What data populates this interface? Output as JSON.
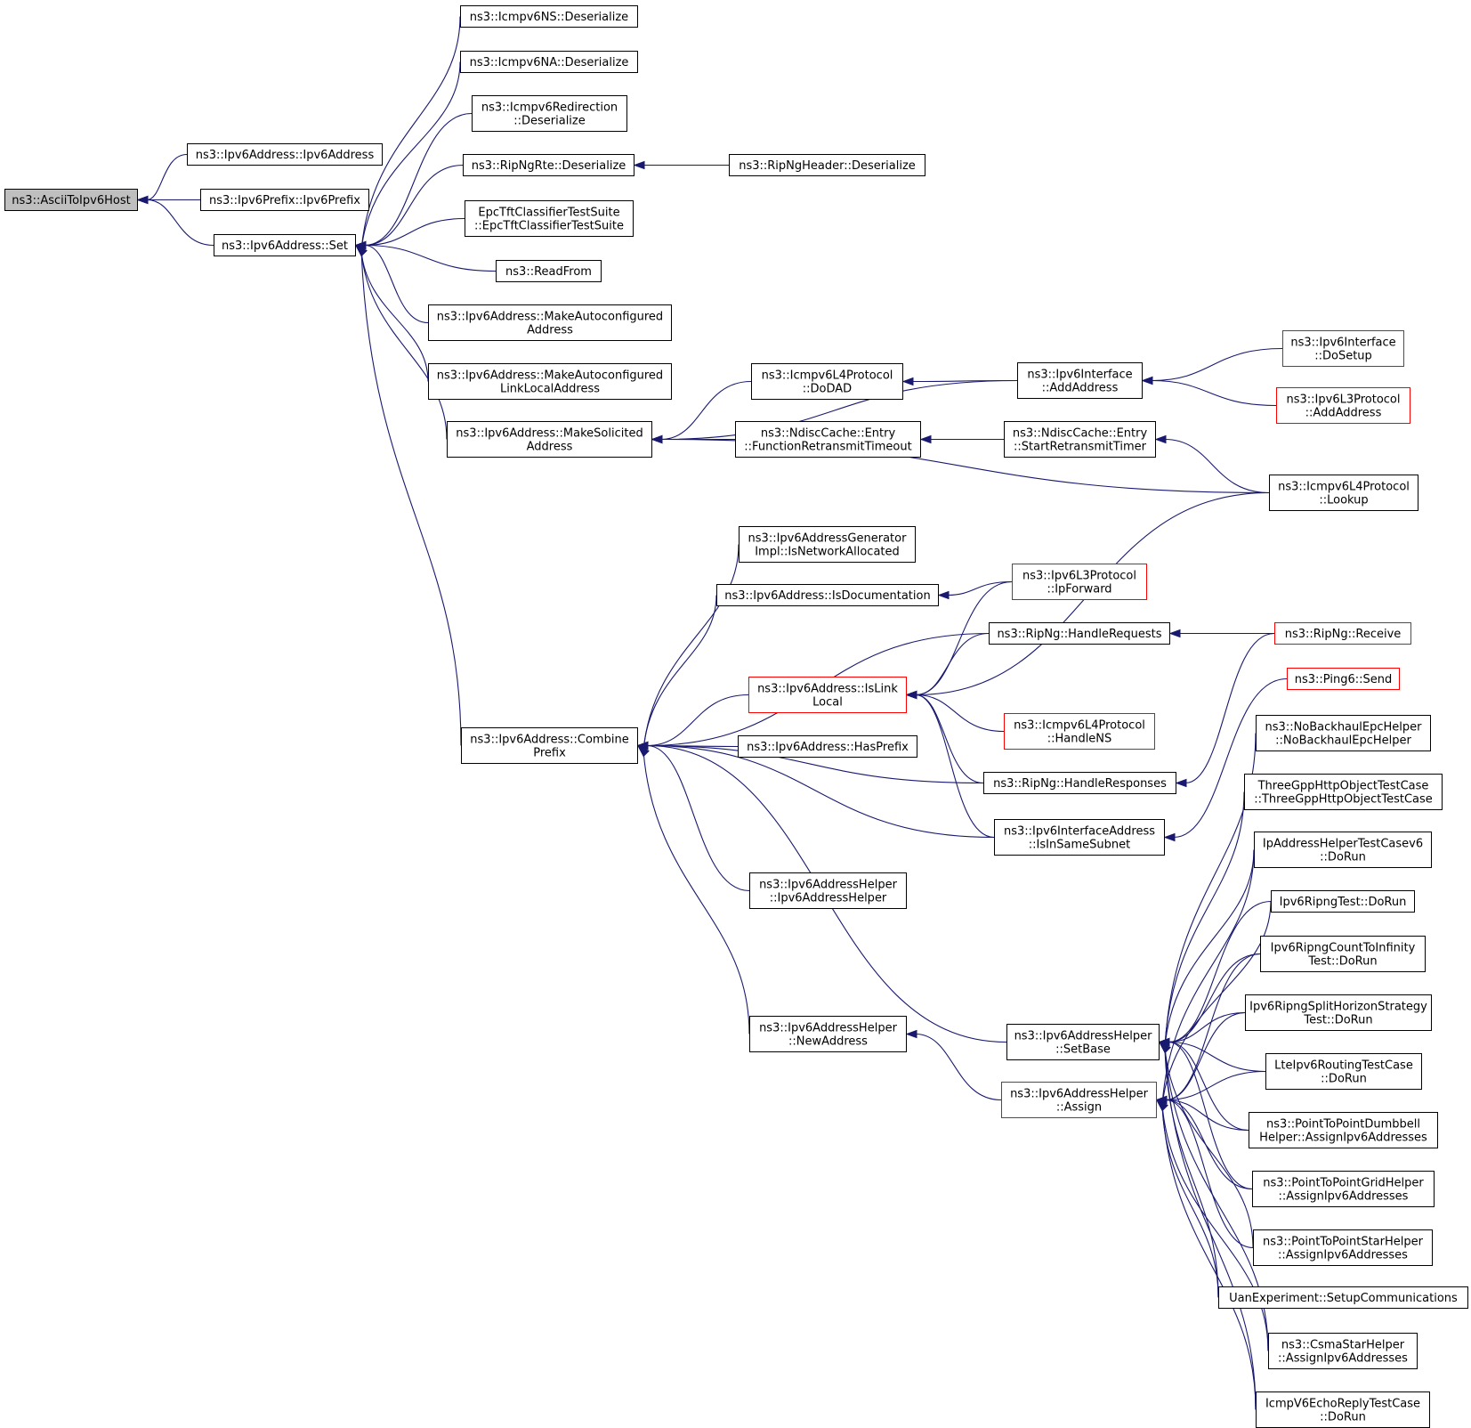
{
  "nodes": [
    {
      "id": "ascii",
      "lines": [
        "ns3::AsciiToIpv6Host"
      ],
      "root": true
    },
    {
      "id": "ipv6addr_ctor",
      "lines": [
        "ns3::Ipv6Address::Ipv6Address"
      ]
    },
    {
      "id": "ipv6prefix_ctor",
      "lines": [
        "ns3::Ipv6Prefix::Ipv6Prefix"
      ]
    },
    {
      "id": "set",
      "lines": [
        "ns3::Ipv6Address::Set"
      ]
    },
    {
      "id": "ns_deser",
      "lines": [
        "ns3::Icmpv6NS::Deserialize"
      ]
    },
    {
      "id": "na_deser",
      "lines": [
        "ns3::Icmpv6NA::Deserialize"
      ]
    },
    {
      "id": "redir_deser",
      "lines": [
        "ns3::Icmpv6Redirection",
        "::Deserialize"
      ]
    },
    {
      "id": "ripngrte",
      "lines": [
        "ns3::RipNgRte::Deserialize"
      ]
    },
    {
      "id": "ripngheader",
      "lines": [
        "ns3::RipNgHeader::Deserialize"
      ]
    },
    {
      "id": "epc",
      "lines": [
        "EpcTftClassifierTestSuite",
        "::EpcTftClassifierTestSuite"
      ]
    },
    {
      "id": "readfrom",
      "lines": [
        "ns3::ReadFrom"
      ]
    },
    {
      "id": "autoconf",
      "lines": [
        "ns3::Ipv6Address::MakeAutoconfigured",
        "Address"
      ]
    },
    {
      "id": "autoconf_ll",
      "lines": [
        "ns3::Ipv6Address::MakeAutoconfigured",
        "LinkLocalAddress"
      ]
    },
    {
      "id": "solicited",
      "lines": [
        "ns3::Ipv6Address::MakeSolicited",
        "Address"
      ]
    },
    {
      "id": "dodad",
      "lines": [
        "ns3::Icmpv6L4Protocol",
        "::DoDAD"
      ]
    },
    {
      "id": "ifc_addaddr",
      "lines": [
        "ns3::Ipv6Interface",
        "::AddAddress"
      ]
    },
    {
      "id": "ifc_dosetup",
      "lines": [
        "ns3::Ipv6Interface",
        "::DoSetup"
      ],
      "red": true
    },
    {
      "id": "l3_addaddr",
      "lines": [
        "ns3::Ipv6L3Protocol",
        "::AddAddress"
      ],
      "red": true
    },
    {
      "id": "func_retrans",
      "lines": [
        "ns3::NdiscCache::Entry",
        "::FunctionRetransmitTimeout"
      ]
    },
    {
      "id": "start_retrans",
      "lines": [
        "ns3::NdiscCache::Entry",
        "::StartRetransmitTimer"
      ]
    },
    {
      "id": "lookup",
      "lines": [
        "ns3::Icmpv6L4Protocol",
        "::Lookup"
      ]
    },
    {
      "id": "netalloc",
      "lines": [
        "ns3::Ipv6AddressGenerator",
        "Impl::IsNetworkAllocated"
      ]
    },
    {
      "id": "isdoc",
      "lines": [
        "ns3::Ipv6Address::IsDocumentation"
      ]
    },
    {
      "id": "ipforward",
      "lines": [
        "ns3::Ipv6L3Protocol",
        "::IpForward"
      ],
      "red": true
    },
    {
      "id": "handlereq",
      "lines": [
        "ns3::RipNg::HandleRequests"
      ]
    },
    {
      "id": "receive",
      "lines": [
        "ns3::RipNg::Receive"
      ],
      "red": true
    },
    {
      "id": "islinklocal",
      "lines": [
        "ns3::Ipv6Address::IsLink",
        "Local"
      ],
      "red": true
    },
    {
      "id": "send",
      "lines": [
        "ns3::Ping6::Send"
      ],
      "red": true
    },
    {
      "id": "combine",
      "lines": [
        "ns3::Ipv6Address::Combine",
        "Prefix"
      ]
    },
    {
      "id": "handlens",
      "lines": [
        "ns3::Icmpv6L4Protocol",
        "::HandleNS"
      ],
      "red": true
    },
    {
      "id": "hasprefix",
      "lines": [
        "ns3::Ipv6Address::HasPrefix"
      ]
    },
    {
      "id": "nobackhaul",
      "lines": [
        "ns3::NoBackhaulEpcHelper",
        "::NoBackhaulEpcHelper"
      ]
    },
    {
      "id": "handleresp",
      "lines": [
        "ns3::RipNg::HandleResponses"
      ]
    },
    {
      "id": "threegpp",
      "lines": [
        "ThreeGppHttpObjectTestCase",
        "::ThreeGppHttpObjectTestCase"
      ]
    },
    {
      "id": "insamesubnet",
      "lines": [
        "ns3::Ipv6InterfaceAddress",
        "::IsInSameSubnet"
      ]
    },
    {
      "id": "iphelpertest",
      "lines": [
        "IpAddressHelperTestCasev6",
        "::DoRun"
      ]
    },
    {
      "id": "helper_ctor",
      "lines": [
        "ns3::Ipv6AddressHelper",
        "::Ipv6AddressHelper"
      ]
    },
    {
      "id": "ripngtest",
      "lines": [
        "Ipv6RipngTest::DoRun"
      ]
    },
    {
      "id": "countinf",
      "lines": [
        "Ipv6RipngCountToInfinity",
        "Test::DoRun"
      ]
    },
    {
      "id": "splithorizon",
      "lines": [
        "Ipv6RipngSplitHorizonStrategy",
        "Test::DoRun"
      ]
    },
    {
      "id": "newaddress",
      "lines": [
        "ns3::Ipv6AddressHelper",
        "::NewAddress"
      ]
    },
    {
      "id": "setbase",
      "lines": [
        "ns3::Ipv6AddressHelper",
        "::SetBase"
      ]
    },
    {
      "id": "lterouting",
      "lines": [
        "LteIpv6RoutingTestCase",
        "::DoRun"
      ]
    },
    {
      "id": "assign",
      "lines": [
        "ns3::Ipv6AddressHelper",
        "::Assign"
      ],
      "red": true
    },
    {
      "id": "dumbbell",
      "lines": [
        "ns3::PointToPointDumbbell",
        "Helper::AssignIpv6Addresses"
      ]
    },
    {
      "id": "grid",
      "lines": [
        "ns3::PointToPointGridHelper",
        "::AssignIpv6Addresses"
      ]
    },
    {
      "id": "star",
      "lines": [
        "ns3::PointToPointStarHelper",
        "::AssignIpv6Addresses"
      ]
    },
    {
      "id": "uan",
      "lines": [
        "UanExperiment::SetupCommunications"
      ]
    },
    {
      "id": "csmastar",
      "lines": [
        "ns3::CsmaStarHelper",
        "::AssignIpv6Addresses"
      ]
    },
    {
      "id": "icmpecho",
      "lines": [
        "IcmpV6EchoReplyTestCase",
        "::DoRun"
      ]
    }
  ],
  "edges": [
    [
      "ipv6addr_ctor",
      "ascii"
    ],
    [
      "ipv6prefix_ctor",
      "ascii"
    ],
    [
      "set",
      "ascii"
    ],
    [
      "ns_deser",
      "set"
    ],
    [
      "na_deser",
      "set"
    ],
    [
      "redir_deser",
      "set"
    ],
    [
      "ripngrte",
      "set"
    ],
    [
      "epc",
      "set"
    ],
    [
      "readfrom",
      "set"
    ],
    [
      "autoconf",
      "set"
    ],
    [
      "autoconf_ll",
      "set"
    ],
    [
      "solicited",
      "set"
    ],
    [
      "combine",
      "set"
    ],
    [
      "ripngheader",
      "ripngrte"
    ],
    [
      "ifc_addaddr",
      "solicited"
    ],
    [
      "dodad",
      "solicited"
    ],
    [
      "func_retrans",
      "solicited"
    ],
    [
      "lookup",
      "solicited"
    ],
    [
      "ifc_addaddr",
      "dodad"
    ],
    [
      "ifc_dosetup",
      "ifc_addaddr"
    ],
    [
      "l3_addaddr",
      "ifc_addaddr"
    ],
    [
      "start_retrans",
      "func_retrans"
    ],
    [
      "lookup",
      "start_retrans"
    ],
    [
      "netalloc",
      "combine"
    ],
    [
      "isdoc",
      "combine"
    ],
    [
      "handlereq",
      "combine"
    ],
    [
      "islinklocal",
      "combine"
    ],
    [
      "hasprefix",
      "combine"
    ],
    [
      "handleresp",
      "combine"
    ],
    [
      "insamesubnet",
      "combine"
    ],
    [
      "helper_ctor",
      "combine"
    ],
    [
      "setbase",
      "combine"
    ],
    [
      "newaddress",
      "combine"
    ],
    [
      "ipforward",
      "isdoc"
    ],
    [
      "ipforward",
      "islinklocal"
    ],
    [
      "handlereq",
      "islinklocal"
    ],
    [
      "lookup",
      "islinklocal"
    ],
    [
      "handlens",
      "islinklocal"
    ],
    [
      "handleresp",
      "islinklocal"
    ],
    [
      "insamesubnet",
      "islinklocal"
    ],
    [
      "receive",
      "handlereq"
    ],
    [
      "receive",
      "handleresp"
    ],
    [
      "send",
      "insamesubnet"
    ],
    [
      "assign",
      "newaddress"
    ],
    [
      "nobackhaul",
      "setbase"
    ],
    [
      "threegpp",
      "setbase"
    ],
    [
      "iphelpertest",
      "setbase"
    ],
    [
      "ripngtest",
      "setbase"
    ],
    [
      "countinf",
      "setbase"
    ],
    [
      "splithorizon",
      "setbase"
    ],
    [
      "lterouting",
      "setbase"
    ],
    [
      "dumbbell",
      "setbase"
    ],
    [
      "grid",
      "setbase"
    ],
    [
      "star",
      "setbase"
    ],
    [
      "uan",
      "setbase"
    ],
    [
      "csmastar",
      "setbase"
    ],
    [
      "icmpecho",
      "setbase"
    ],
    [
      "iphelpertest",
      "assign"
    ],
    [
      "ripngtest",
      "assign"
    ],
    [
      "countinf",
      "assign"
    ],
    [
      "splithorizon",
      "assign"
    ],
    [
      "lterouting",
      "assign"
    ],
    [
      "dumbbell",
      "assign"
    ],
    [
      "grid",
      "assign"
    ],
    [
      "star",
      "assign"
    ],
    [
      "uan",
      "assign"
    ],
    [
      "csmastar",
      "assign"
    ],
    [
      "icmpecho",
      "assign"
    ]
  ]
}
